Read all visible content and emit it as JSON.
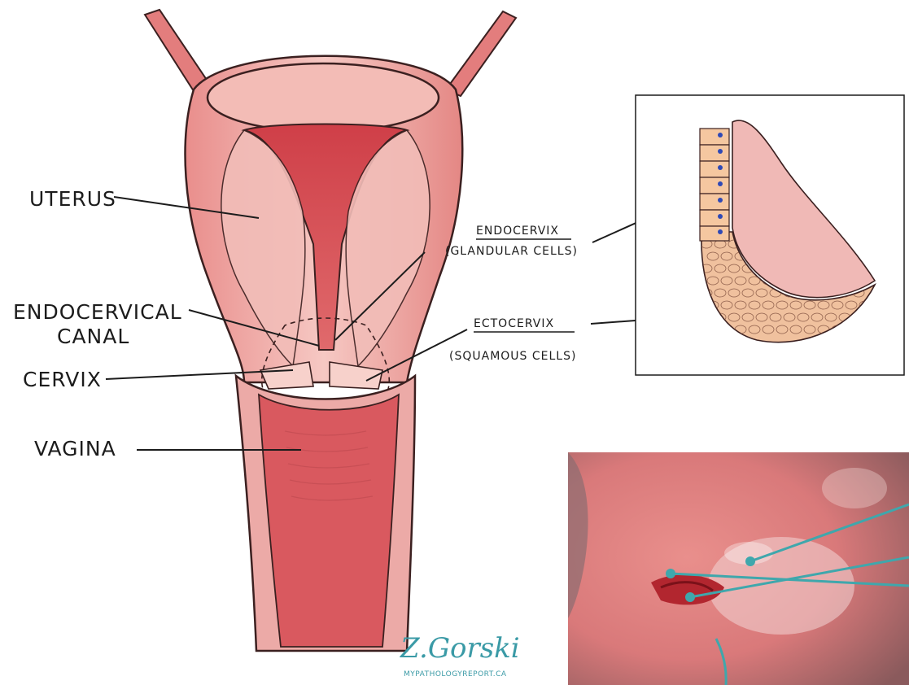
{
  "labels": {
    "uterus": "UTERUS",
    "endocervical_canal_line1": "ENDOCERVICAL",
    "endocervical_canal_line2": "CANAL",
    "cervix": "CERVIX",
    "vagina": "VAGINA",
    "endocervix": "ENDOCERVIX",
    "endocervix_sub": "(GLANDULAR CELLS)",
    "ectocervix": "ECTOCERVIX",
    "ectocervix_sub": "(SQUAMOUS CELLS)"
  },
  "signature": {
    "name": "Z.Gorski",
    "site": "MYPATHOLOGYREPORT.CA"
  },
  "colors": {
    "tissue_pink": "#f2b9b5",
    "tissue_red": "#c93a42",
    "squamous_cell": "#f4c7a3",
    "nucleus_blue": "#2f49b5",
    "pointer_teal": "#3fa7ac"
  }
}
